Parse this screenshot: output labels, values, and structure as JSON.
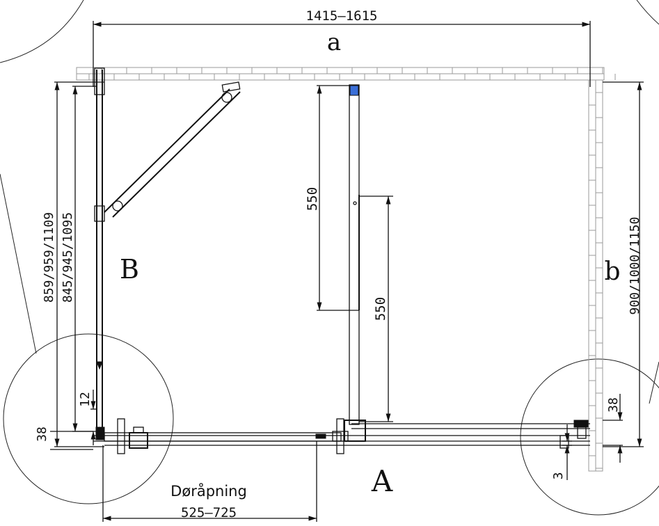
{
  "dimensions": {
    "width_range": "1415–1615",
    "depth_heights": "859/959/1109",
    "depth_inner": "845/945/1095",
    "right_depth": "900/1000/1150",
    "panel_550_top": "550",
    "panel_550_mid": "550",
    "left_offset": "12",
    "left_38": "38",
    "right_38": "38",
    "right_3": "3",
    "door_opening_label": "Døråpning",
    "door_opening_range": "525–725"
  },
  "side_labels": {
    "a": "a",
    "b": "b",
    "A": "A",
    "B": "B"
  }
}
